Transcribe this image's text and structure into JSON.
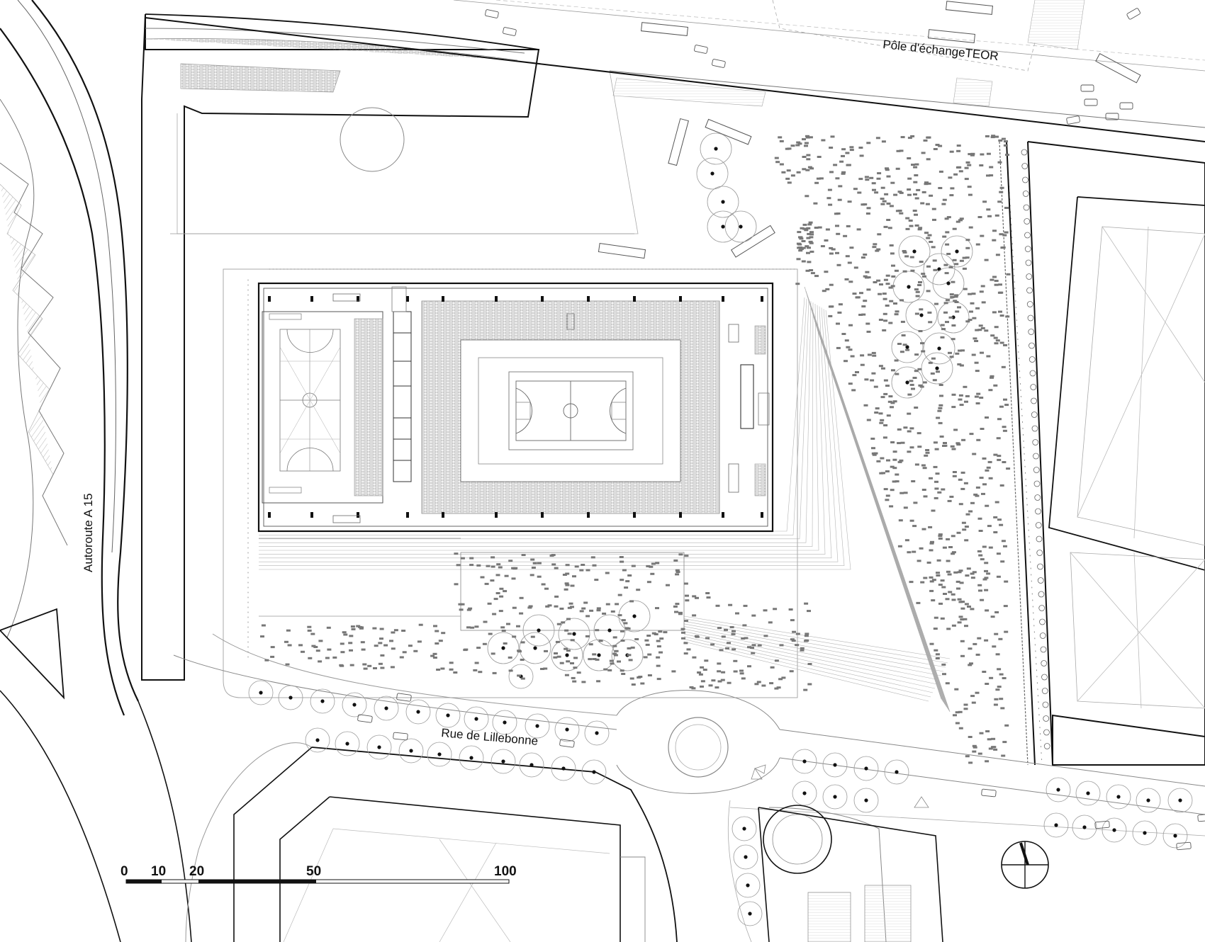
{
  "labels": {
    "highway": "Autoroute A 15",
    "street": "Rue de Lillebonne",
    "transit_hub": "Pôle d'échangeTEOR"
  },
  "scale_bar": {
    "ticks": [
      "0",
      "10",
      "20",
      "50",
      "100"
    ]
  },
  "colors": {
    "ink": "#111111",
    "line": "#555555",
    "thin": "#b0b0b0",
    "fill": "#ffffff"
  }
}
